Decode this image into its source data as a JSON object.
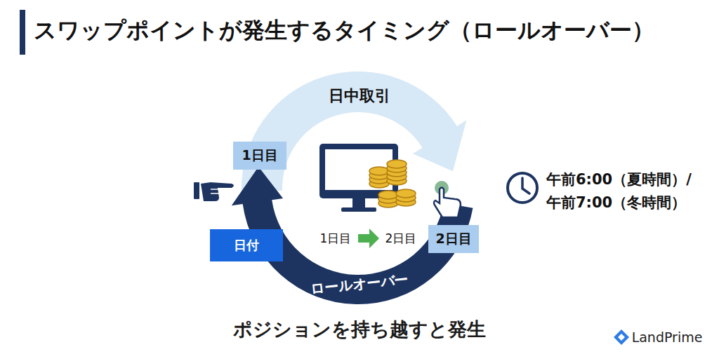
{
  "diagram": {
    "title": "スワップポイントが発生するタイミング（ロールオーバー）",
    "caption": "ポジションを持ち越すと発生",
    "nodes": [
      {
        "text": [
          "1日目"
        ]
      },
      {
        "text": [
          "日付"
        ]
      },
      {
        "text": [
          "2日目"
        ]
      }
    ],
    "labels": [
      "日中取引",
      "1日目",
      "2日目",
      "ロールオーバー",
      "午前6:00（夏時間）/ 午前7:00（冬時間）",
      "LandPrime"
    ]
  }
}
